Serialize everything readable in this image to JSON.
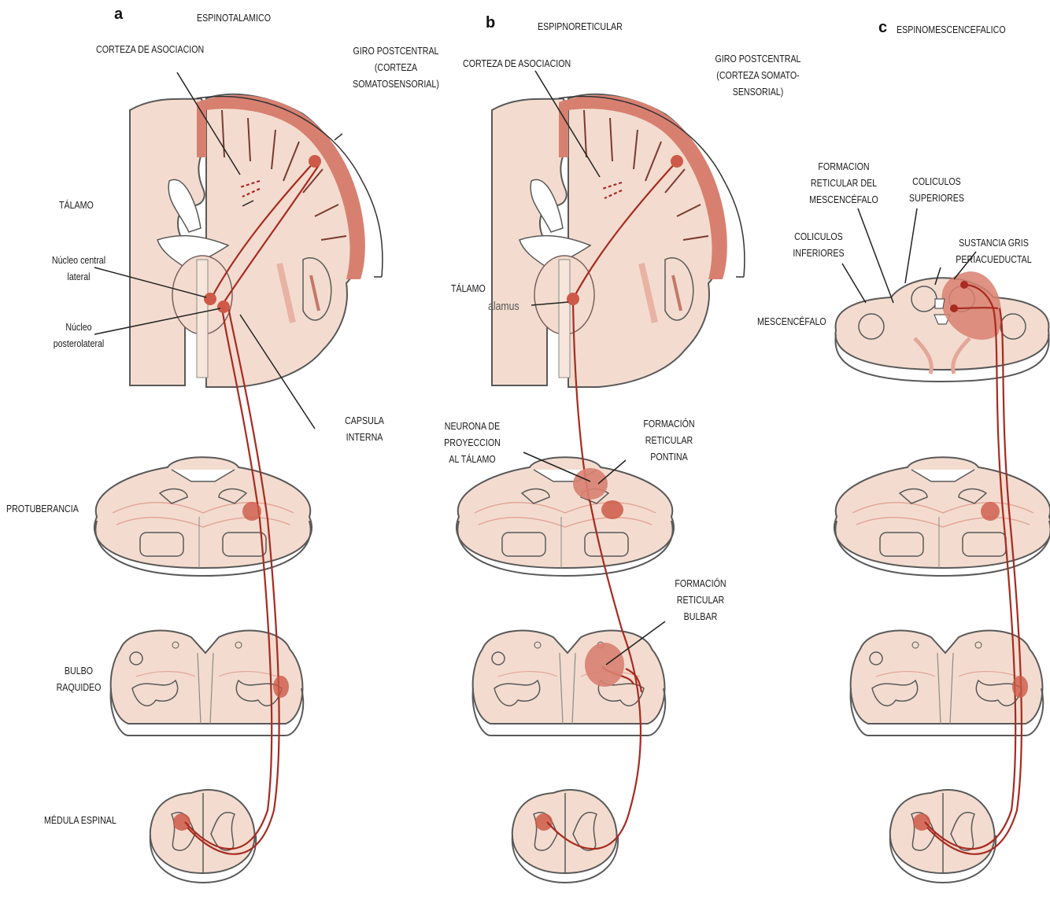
{
  "colors": {
    "tissue": "#f3dccf",
    "tissue_outline": "#595959",
    "gray_matter": "#d88070",
    "tract": "#a82a20",
    "nucleus": "#cd5a48"
  },
  "panels": [
    {
      "letter": "a",
      "title": "ESPINOTALAMICO",
      "labels": {
        "corteza": "CORTEZA DE ASOCIACION",
        "giro": "GIRO POSTCENTRAL\n(CORTEZA\nSOMATOSENSORIAL)",
        "talamo": "TÁLAMO",
        "nucleo_central": "Núcleo central\nlateral",
        "nucleo_postero": "Núcleo\nposterolateral",
        "capsula": "CAPSULA\nINTERNA",
        "protuberancia": "PROTUBERANCIA",
        "bulbo": "BULBO\nRAQUIDEO",
        "medula": "MÉDULA ESPINAL"
      }
    },
    {
      "letter": "b",
      "title": "ESPIPNORETICULAR",
      "labels": {
        "corteza": "CORTEZA DE ASOCIACION",
        "giro": "GIRO POSTCENTRAL\n(CORTEZA SOMATO-\nSENSORIAL)",
        "talamo": "TÁLAMO",
        "thalamus_fragment": "alamus",
        "neurona": "NEURONA DE PROYECCION\nAL TÁLAMO",
        "pontina": "FORMACIÓN\nRETICULAR\nPONTINA",
        "bulbar": "FORMACIÓN\nRETICULAR\nBULBAR"
      }
    },
    {
      "letter": "c",
      "title": "ESPINOMESCENCEFALICO",
      "labels": {
        "formacion": "FORMACION\nRETICULAR DEL\nMESCENCÉFALO",
        "sup": "COLICULOS\nSUPERIORES",
        "inf": "COLICULOS\nINFERIORES",
        "gris": "SUSTANCIA GRIS\nPERIACUEDUCTAL",
        "mesencefalo": "MESCENCÉFALO"
      }
    }
  ]
}
